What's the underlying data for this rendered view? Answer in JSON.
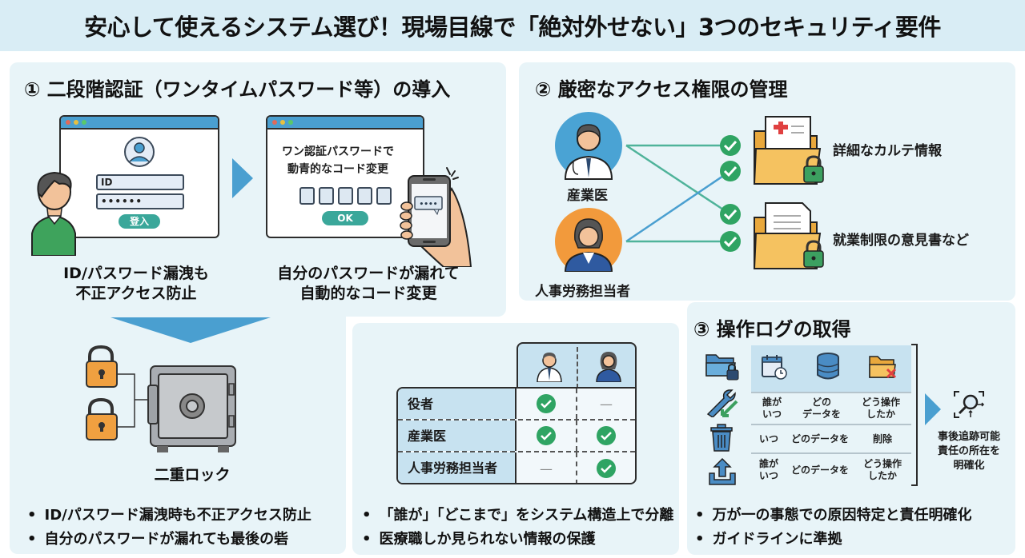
{
  "title": "安心して使えるシステム選び！現場目線で「絶対外せない」3つのセキュリティ要件",
  "section1": {
    "title": "① 二段階認証（ワンタイムパスワード等）の導入",
    "login_window": {
      "id_field": "ID",
      "password_field": "••••••",
      "login_button": "登入"
    },
    "otp_window": {
      "text_line1": "ワン認証パスワードで",
      "text_line2": "動⻘的なコード変更",
      "code_boxes": 5,
      "ok_button": "OK",
      "phone_message": "••••"
    },
    "caption_left": [
      "ID/パスワード漏洩も",
      "不正アクセス防止"
    ],
    "caption_right": [
      "自分のパスワードが漏れて",
      "自動的なコード変更"
    ],
    "safe_label": "二重ロック",
    "bullets": [
      "ID/パスワード漏洩時も不正アクセス防止",
      "自分のパスワードが漏れても最後の砦"
    ]
  },
  "section2": {
    "title": "② 厳密なアクセス権限の管理",
    "roles": [
      {
        "name": "産業医",
        "icon": "doctor-icon",
        "color": "#4aa3d4"
      },
      {
        "name": "人事労務担当者",
        "icon": "hr-staff-icon",
        "color": "#f29a3c"
      }
    ],
    "resources": [
      {
        "name": "詳細なカルテ情報",
        "icon": "medical-record-folder-icon"
      },
      {
        "name": "就業制限の意見書など",
        "icon": "document-folder-icon"
      }
    ],
    "matrix": {
      "columns": [
        "doctor-icon",
        "hr-staff-icon"
      ],
      "rows": [
        {
          "label": "役者",
          "cells": [
            "check",
            "—"
          ]
        },
        {
          "label": "産業医",
          "cells": [
            "check",
            "check"
          ]
        },
        {
          "label": "人事労務担当者",
          "cells": [
            "—",
            "check"
          ]
        }
      ]
    },
    "bullets": [
      "「誰が」「どこまで」をシステム構造上で分離",
      "医療職しか見られない情報の保護"
    ]
  },
  "section3": {
    "title": "③ 操作ログの取得",
    "header_icons": [
      "calendar-clock-icon",
      "database-icon",
      "folder-delete-icon"
    ],
    "rows": [
      {
        "icon": "wrench-edit-icon",
        "cells": [
          "誰が\nいつ",
          "どの\nデータを",
          "どう操作\nしたか"
        ]
      },
      {
        "icon": "trash-icon",
        "cells": [
          "いつ",
          "どのデータを",
          "削除"
        ]
      },
      {
        "icon": "upload-icon",
        "cells": [
          "誰が\nいつ",
          "どのデータを",
          "どう操作\nしたか"
        ]
      }
    ],
    "result_lines": [
      "事後追跡可能",
      "責任の所在を",
      "明確化"
    ],
    "bullets": [
      "万が一の事態での原因特定と責任明確化",
      "ガイドラインに準拠"
    ]
  },
  "colors": {
    "title_bg": "#d9edf5",
    "panel_bg": "#e8f4f8",
    "accent_blue": "#4a9fd0",
    "check_green": "#2fa463",
    "lock_orange": "#f0a040",
    "teal_button": "#3aa79a"
  }
}
